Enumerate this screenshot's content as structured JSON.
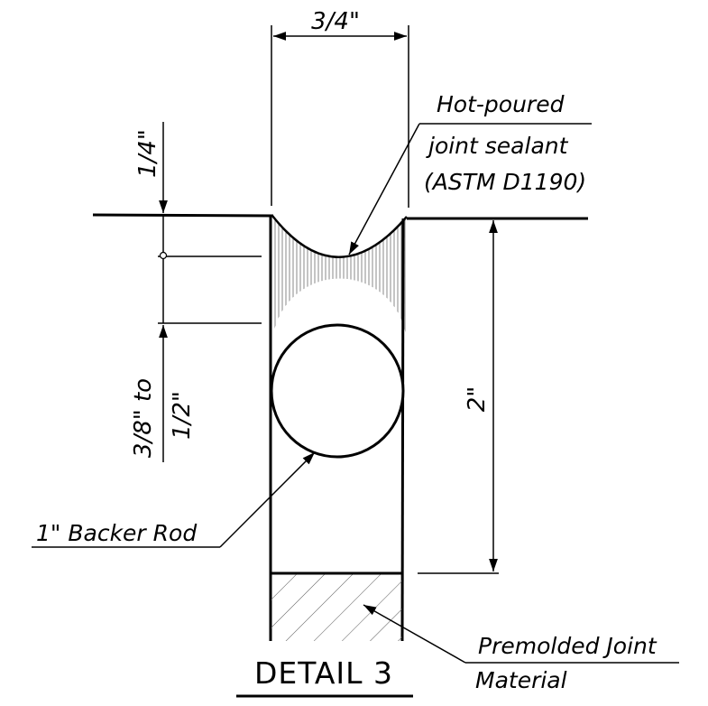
{
  "diagram": {
    "title": "DETAIL 3",
    "dimensions": {
      "joint_width": "3/4\"",
      "sealant_recess": "1/4\"",
      "sealant_depth_line1": "3/8\" to",
      "sealant_depth_line2": "1/2\"",
      "joint_depth": "2\""
    },
    "callouts": {
      "sealant_line1": "Hot-poured",
      "sealant_line2": "joint sealant",
      "sealant_line3": "(ASTM D1190)",
      "backer_rod": "1\" Backer Rod",
      "premolded_line1": "Premolded Joint",
      "premolded_line2": "Material"
    },
    "colors": {
      "line": "#000000",
      "sealant_hatch": "#888888",
      "filler_hatch": "#555555"
    }
  }
}
